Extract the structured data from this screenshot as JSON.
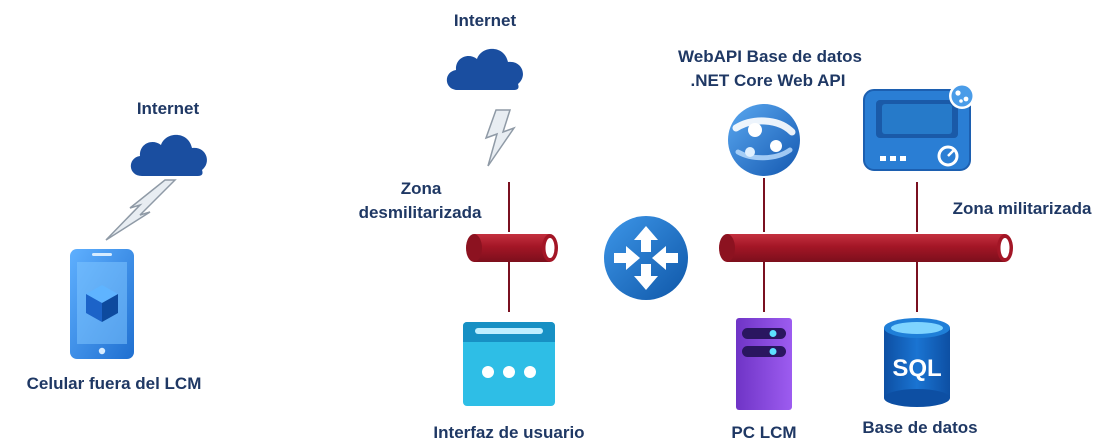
{
  "labels": {
    "internet_left": "Internet",
    "internet_top": "Internet",
    "webapi_line1": "WebAPI Base de datos",
    "webapi_line2": ".NET Core Web API",
    "zona_desmil_line1": "Zona",
    "zona_desmil_line2": "desmilitarizada",
    "zona_militarizada": "Zona militarizada",
    "celular": "Celular fuera del LCM",
    "interfaz": "Interfaz de usuario",
    "pc_lcm": "PC LCM",
    "base_datos": "Base de datos",
    "sql": "SQL"
  },
  "colors": {
    "label_text": "#1f3864",
    "cloud": "#1a4ea0",
    "pipe": "#a31626",
    "pipe_dark": "#6e0f1a",
    "line": "#7a1020",
    "lightning_fill": "#e8edf2",
    "lightning_stroke": "#8f9aa6",
    "router": "#1c6fc4",
    "phone": "#2f8ce8",
    "server_purple": "#8a4bd8",
    "sql_blue": "#1565c0",
    "monitor_blue": "#2a7ed4",
    "ui_cyan": "#2ebee6"
  },
  "icons": [
    "cloud-icon",
    "lightning-icon",
    "phone-icon",
    "router-icon",
    "web-app-icon",
    "monitor-device-icon",
    "browser-window-icon",
    "server-icon",
    "sql-database-icon"
  ]
}
